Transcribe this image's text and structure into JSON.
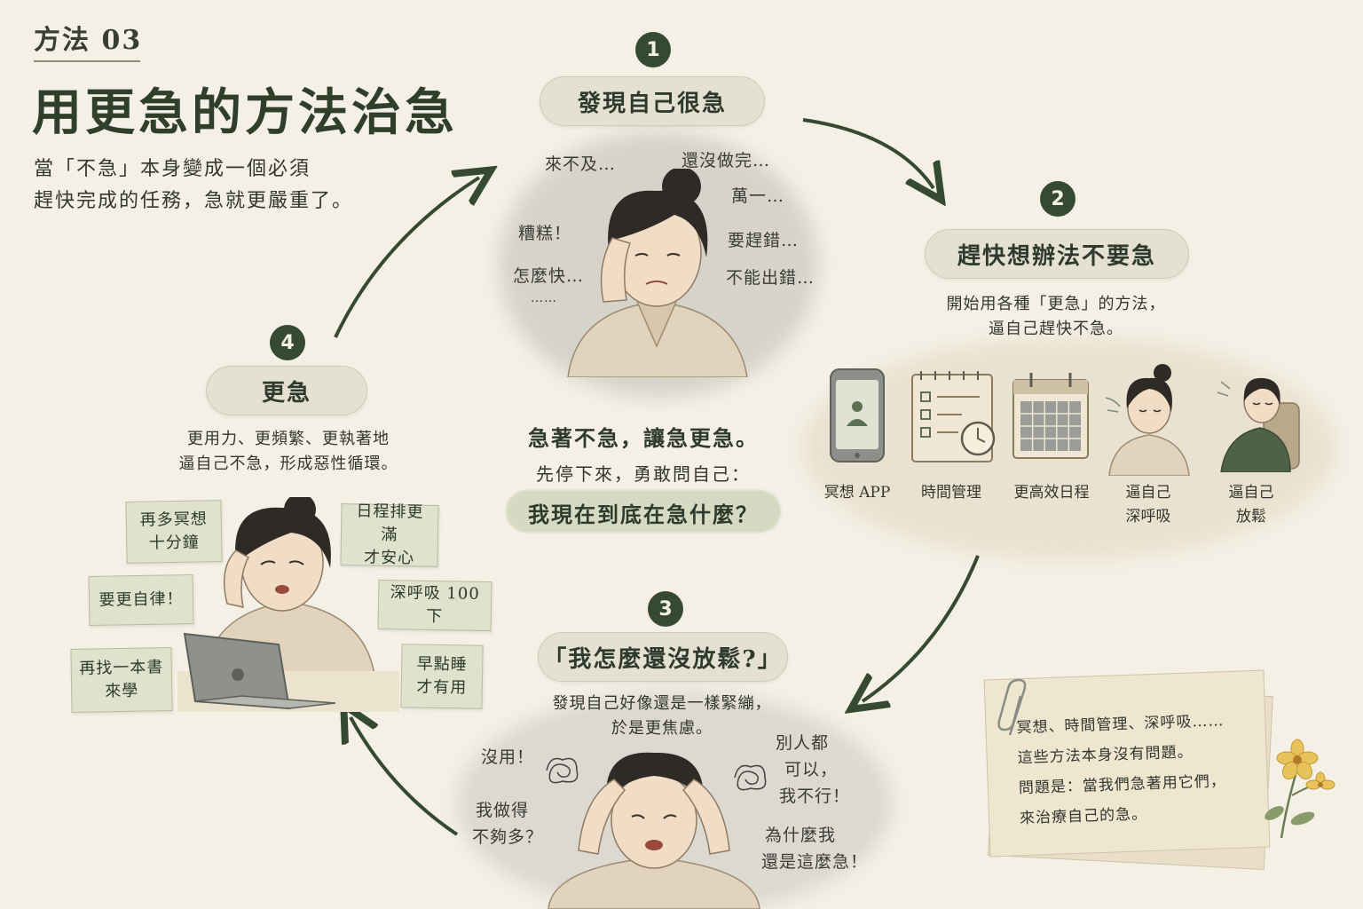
{
  "header": {
    "method": "方法 03",
    "title": "用更急的方法治急",
    "subtitle_lines": [
      "當「不急」本身變成一個必須",
      "趕快完成的任務，急就更嚴重了。"
    ]
  },
  "steps": [
    {
      "number": "1",
      "title": "發現自己很急",
      "thoughts": [
        "來不及…",
        "還沒做完…",
        "萬一…",
        "糟糕！",
        "要趕錯…",
        "怎麼快…",
        "不能出錯…",
        "……"
      ]
    },
    {
      "number": "2",
      "title": "趕快想辦法不要急",
      "desc_lines": [
        "開始用各種「更急」的方法，",
        "逼自己趕快不急。"
      ],
      "tools": [
        {
          "label": "冥想 APP"
        },
        {
          "label": "時間管理"
        },
        {
          "label": "更高效日程"
        },
        {
          "label_lines": [
            "逼自己",
            "深呼吸"
          ]
        },
        {
          "label_lines": [
            "逼自己",
            "放鬆"
          ]
        }
      ]
    },
    {
      "number": "3",
      "title": "「我怎麼還沒放鬆?」",
      "desc_lines": [
        "發現自己好像還是一樣緊繃，",
        "於是更焦慮。"
      ],
      "thoughts": [
        "沒用！",
        "別人都",
        "可以，",
        "我不行！",
        "我做得",
        "不夠多？",
        "為什麼我",
        "還是這麼急！"
      ]
    },
    {
      "number": "4",
      "title": "更急",
      "desc_lines": [
        "更用力、更頻繁、更執著地",
        "逼自己不急，形成惡性循環。"
      ],
      "cards": [
        {
          "lines": [
            "再多冥想",
            "十分鐘"
          ]
        },
        {
          "lines": [
            "日程排更滿",
            "才安心"
          ]
        },
        {
          "lines": [
            "要更自律！"
          ]
        },
        {
          "lines": [
            "深呼吸 100 下"
          ]
        },
        {
          "lines": [
            "再找一本書",
            "來學"
          ]
        },
        {
          "lines": [
            "早點睡",
            "才有用"
          ]
        }
      ]
    }
  ],
  "center": {
    "line1": "急著不急，讓急更急。",
    "line2": "先停下來，勇敢問自己：",
    "line3": "我現在到底在急什麼？"
  },
  "note": {
    "lines": [
      "冥想、時間管理、深呼吸……",
      "這些方法本身沒有問題。",
      "問題是：當我們急著用它們，",
      "來治療自己的急。"
    ]
  },
  "colors": {
    "background": "#f4f0e6",
    "accent_dark_green": "#364a33",
    "pill": "#e4e1d2",
    "card": "#dfe2cc"
  }
}
